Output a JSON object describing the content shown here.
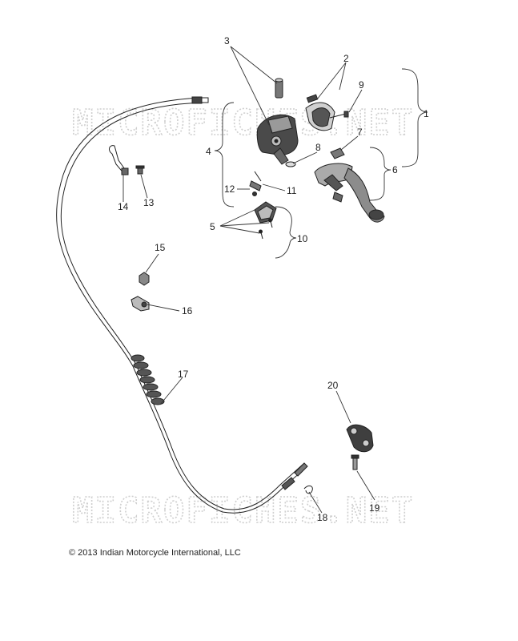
{
  "watermark": "MICROFICHES.NET",
  "copyright": "2013 Indian Motorcycle International, LLC",
  "copyright_symbol": "©",
  "callouts": [
    "1",
    "2",
    "3",
    "4",
    "5",
    "6",
    "7",
    "8",
    "9",
    "10",
    "11",
    "12",
    "13",
    "14",
    "15",
    "16",
    "17",
    "18",
    "19",
    "20"
  ]
}
